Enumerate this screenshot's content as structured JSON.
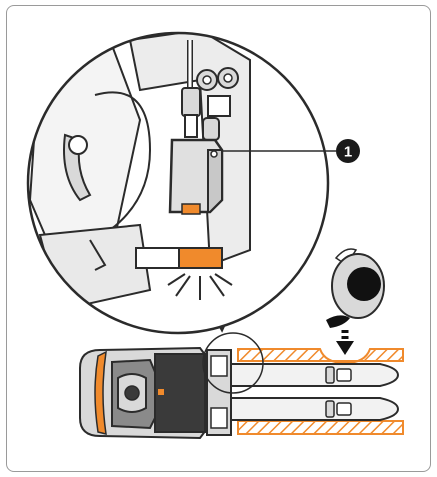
{
  "callouts": [
    {
      "number": "1"
    }
  ],
  "colors": {
    "accent": "#f08a2c",
    "outline": "#2b2b2b",
    "grey_fill": "#d9d9d9",
    "dark_fill": "#3a3a3a",
    "light_fill": "#f2f2f2"
  },
  "indicator": {
    "off_segment": "white",
    "on_segment": "orange"
  }
}
